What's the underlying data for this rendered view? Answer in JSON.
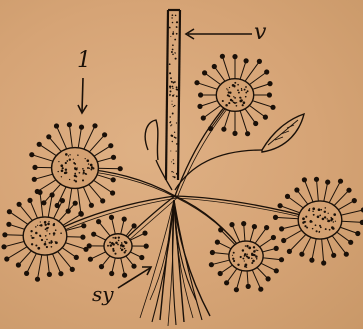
{
  "figure": {
    "subject": "drosera-sundew-sketch",
    "labels": {
      "leaf": "1",
      "stem": "v",
      "root": "sy"
    },
    "colors": {
      "paper": "#d9a87a",
      "ink": "#1a1008"
    }
  }
}
